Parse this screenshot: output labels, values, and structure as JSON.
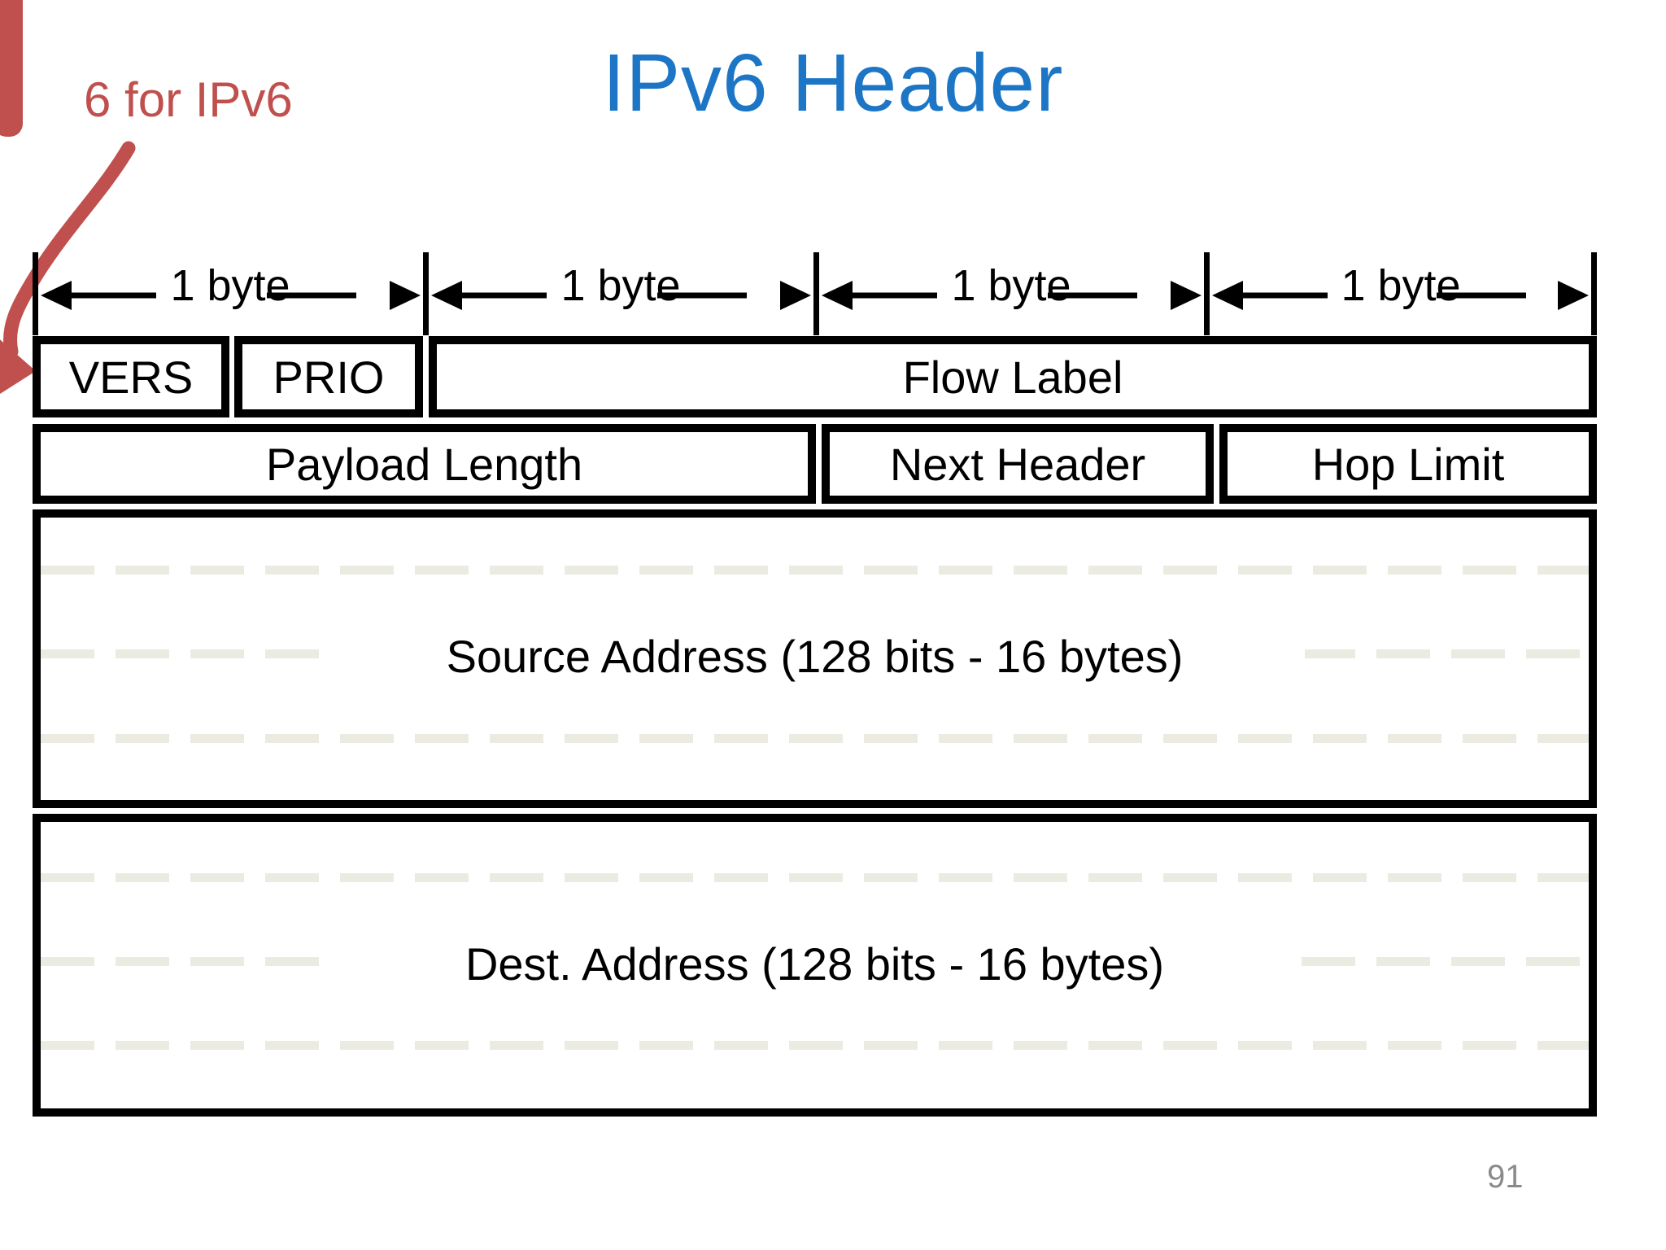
{
  "slide": {
    "title": "IPv6 Header",
    "page_number": "91",
    "annotation": {
      "text": "6 for IPv6",
      "target_field": "VERS"
    },
    "ruler": {
      "labels": [
        "1 byte",
        "1 byte",
        "1 byte",
        "1 byte"
      ]
    },
    "header_table": {
      "row1": [
        {
          "label": "VERS"
        },
        {
          "label": "PRIO"
        },
        {
          "label": "Flow Label"
        }
      ],
      "row2": [
        {
          "label": "Payload Length"
        },
        {
          "label": "Next Header"
        },
        {
          "label": "Hop Limit"
        }
      ],
      "source_row": {
        "label": "Source Address (128 bits - 16 bytes)"
      },
      "dest_row": {
        "label": "Dest. Address (128 bits - 16 bytes)"
      }
    },
    "colors": {
      "title_blue": "#1C76C5",
      "annotation_red": "#C0504D",
      "dash_beige": "#ECEBE2",
      "page_gray": "#8a8a8a",
      "line_black": "#000000"
    }
  }
}
